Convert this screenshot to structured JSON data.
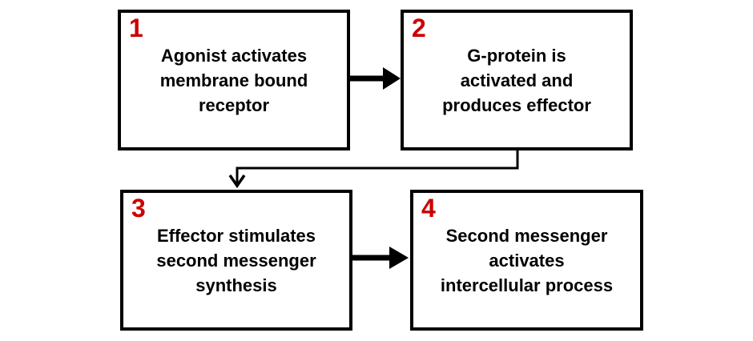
{
  "diagram": {
    "type": "flowchart",
    "background_color": "#ffffff",
    "box_border_color": "#000000",
    "number_color": "#cc0000",
    "text_color": "#000000",
    "steps": [
      {
        "number": "1",
        "lines": [
          "Agonist activates",
          "membrane bound",
          "receptor"
        ]
      },
      {
        "number": "2",
        "lines": [
          "G-protein is",
          "activated and",
          "produces effector"
        ]
      },
      {
        "number": "3",
        "lines": [
          "Effector stimulates",
          "second messenger",
          "synthesis"
        ]
      },
      {
        "number": "4",
        "lines": [
          "Second messenger",
          "activates",
          "intercellular process"
        ]
      }
    ],
    "connections": [
      {
        "from": "1",
        "to": "2",
        "style": "thick-right-arrow"
      },
      {
        "from": "2",
        "to": "3",
        "style": "thin-elbow-down-arrow"
      },
      {
        "from": "3",
        "to": "4",
        "style": "thick-right-arrow"
      }
    ]
  }
}
